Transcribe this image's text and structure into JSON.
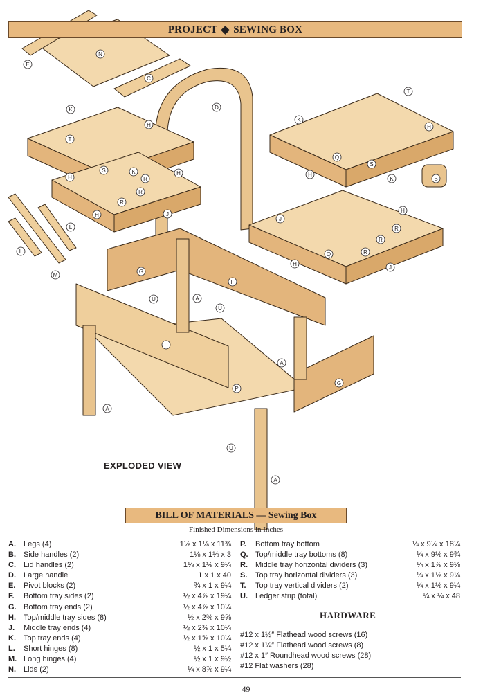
{
  "header": {
    "left": "PROJECT",
    "right": "SEWING BOX"
  },
  "figure_caption": "EXPLODED VIEW",
  "bom": {
    "title": "BILL OF MATERIALS — Sewing Box",
    "subtitle": "Finished Dimensions in Inches",
    "left_items": [
      {
        "letter": "A.",
        "name": "Legs (4)",
        "dims": "1⅛ x 1⅛ x 11⅜"
      },
      {
        "letter": "B.",
        "name": "Side handles (2)",
        "dims": "1⅛ x 1⅛ x 3"
      },
      {
        "letter": "C.",
        "name": "Lid handles (2)",
        "dims": "1⅛ x 1⅛ x 9¼"
      },
      {
        "letter": "D.",
        "name": "Large handle",
        "dims": "1 x 1 x 40"
      },
      {
        "letter": "E.",
        "name": "Pivot blocks (2)",
        "dims": "¾ x 1 x 9¼"
      },
      {
        "letter": "F.",
        "name": "Bottom tray sides (2)",
        "dims": "½ x 4⅞ x 19¼"
      },
      {
        "letter": "G.",
        "name": "Bottom tray ends (2)",
        "dims": "½ x 4⅞ x 10¼"
      },
      {
        "letter": "H.",
        "name": "Top/middle tray sides (8)",
        "dims": "½ x 2⅜ x 9⅝"
      },
      {
        "letter": "J.",
        "name": "Middle tray ends (4)",
        "dims": "½ x 2⅜ x 10¼"
      },
      {
        "letter": "K.",
        "name": "Top tray ends (4)",
        "dims": "½ x 1⅝ x 10¼"
      },
      {
        "letter": "L.",
        "name": "Short hinges (8)",
        "dims": "½ x 1 x 5¼"
      },
      {
        "letter": "M.",
        "name": "Long hinges (4)",
        "dims": "½ x 1 x 9½"
      },
      {
        "letter": "N.",
        "name": "Lids (2)",
        "dims": "¼ x 8⅞ x 9¼"
      }
    ],
    "right_items": [
      {
        "letter": "P.",
        "name": "Bottom tray bottom",
        "dims": "¼ x 9¼ x 18¼"
      },
      {
        "letter": "Q.",
        "name": "Top/middle tray bottoms (8)",
        "dims": "¼ x 9⅛ x 9¾"
      },
      {
        "letter": "R.",
        "name": "Middle tray horizontal dividers (3)",
        "dims": "¼ x 1⅞ x 9⅛"
      },
      {
        "letter": "S.",
        "name": "Top tray horizontal dividers (3)",
        "dims": "¼ x 1⅛ x 9⅛"
      },
      {
        "letter": "T.",
        "name": "Top tray vertical dividers (2)",
        "dims": "¼ x 1⅛ x 9¼"
      },
      {
        "letter": "U.",
        "name": "Ledger strip (total)",
        "dims": "¼ x ¼ x 48"
      }
    ]
  },
  "hardware": {
    "title": "HARDWARE",
    "items": [
      "#12 x 1½″ Flathead wood screws (16)",
      "#12 x 1¼″ Flathead wood screws (8)",
      "#12 x 1″ Roundhead wood screws (28)",
      "#12 Flat washers (28)"
    ]
  },
  "page_number": "49",
  "part_labels": [
    "A",
    "C",
    "D",
    "E",
    "F",
    "G",
    "H",
    "J",
    "K",
    "L",
    "M",
    "N",
    "P",
    "Q",
    "R",
    "S",
    "T",
    "U",
    "B"
  ],
  "colors": {
    "wood": "#efcf9c",
    "wood_dark": "#d9a86a",
    "banner": "#e8b97f",
    "ink": "#231f20"
  }
}
